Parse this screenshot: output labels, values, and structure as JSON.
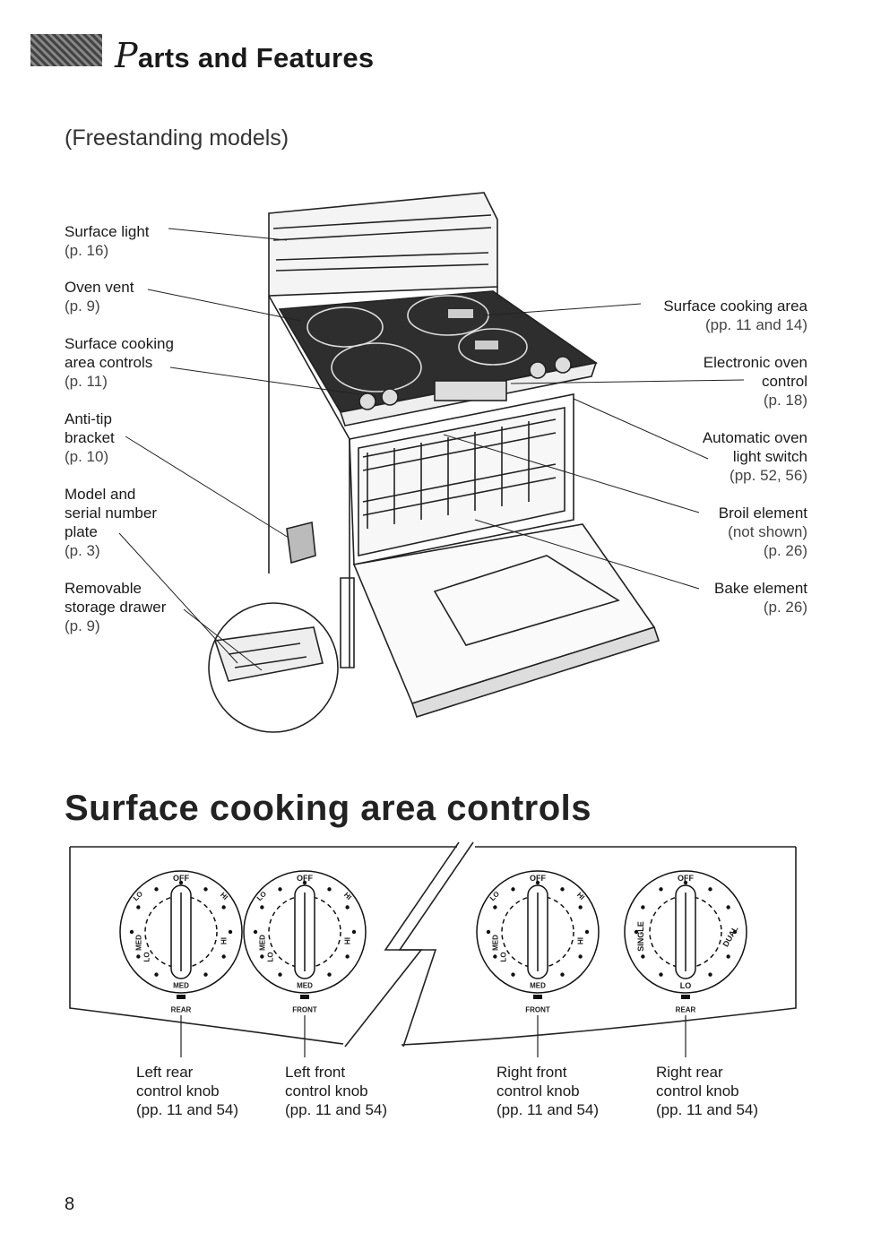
{
  "header": {
    "title_cap": "P",
    "title_rest": "arts and Features"
  },
  "subtitle": "(Freestanding models)",
  "callouts_left": [
    {
      "name": "Surface light",
      "lines": [
        "Surface light"
      ],
      "page": "(p. 16)"
    },
    {
      "name": "Oven vent",
      "lines": [
        "Oven vent"
      ],
      "page": "(p. 9)"
    },
    {
      "name": "Surface cooking area controls",
      "lines": [
        "Surface cooking",
        "area controls"
      ],
      "page": "(p. 11)"
    },
    {
      "name": "Anti-tip bracket",
      "lines": [
        "Anti-tip",
        "bracket"
      ],
      "page": "(p. 10)"
    },
    {
      "name": "Model and serial number plate",
      "lines": [
        "Model and",
        "serial number",
        "plate"
      ],
      "page": "(p. 3)"
    },
    {
      "name": "Removable storage drawer",
      "lines": [
        "Removable",
        "storage drawer"
      ],
      "page": "(p. 9)"
    }
  ],
  "callouts_right": [
    {
      "name": "Surface cooking area",
      "lines": [
        "Surface cooking area"
      ],
      "page": "(pp. 11 and 14)"
    },
    {
      "name": "Electronic oven control",
      "lines": [
        "Electronic oven",
        "control"
      ],
      "page": "(p. 18)"
    },
    {
      "name": "Automatic oven light switch",
      "lines": [
        "Automatic oven",
        "light switch"
      ],
      "page": "(pp. 52, 56)"
    },
    {
      "name": "Broil element",
      "lines": [
        "Broil element",
        "(not shown)"
      ],
      "page": "(p. 26)"
    },
    {
      "name": "Bake element",
      "lines": [
        "Bake element"
      ],
      "page": "(p. 26)"
    }
  ],
  "section2_title": "Surface cooking area controls",
  "knob_marks": {
    "off": "OFF",
    "hi": "HI",
    "lo": "LO",
    "med": "MED",
    "single": "SINGLE",
    "dual": "DUAL"
  },
  "knob_positions": [
    "REAR",
    "FRONT",
    "FRONT",
    "REAR"
  ],
  "knob_labels": [
    {
      "lines": [
        "Left rear",
        "control knob"
      ],
      "page": "(pp. 11 and 54)"
    },
    {
      "lines": [
        "Left front",
        "control knob"
      ],
      "page": "(pp. 11 and 54)"
    },
    {
      "lines": [
        "Right front",
        "control knob"
      ],
      "page": "(pp. 11 and 54)"
    },
    {
      "lines": [
        "Right rear",
        "control knob"
      ],
      "page": "(pp. 11 and 54)"
    }
  ],
  "page_number": "8"
}
